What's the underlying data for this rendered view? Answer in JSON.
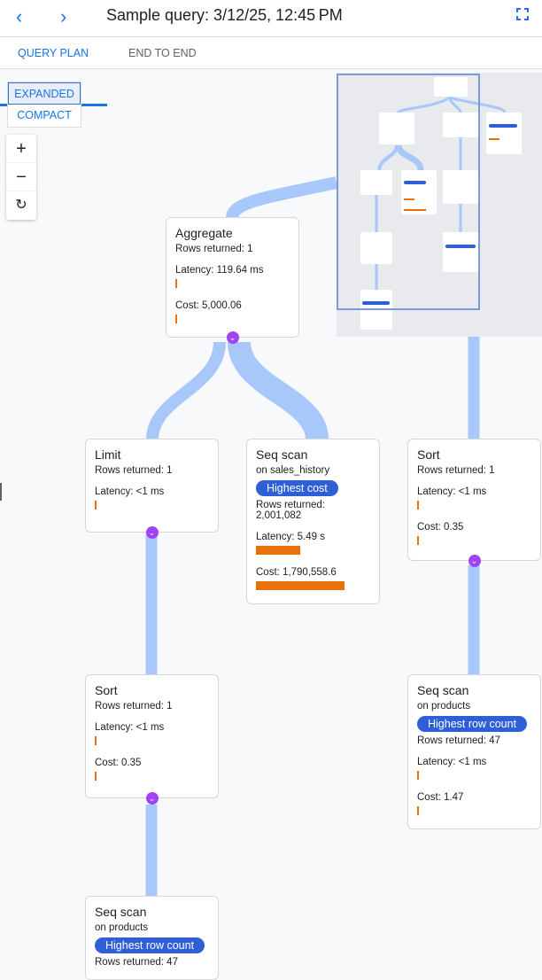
{
  "header": {
    "title": "Sample query: 3/12/25, 12:45 PM",
    "back_icon": "chevron-left-icon",
    "forward_icon": "chevron-right-icon",
    "fullscreen_icon": "fullscreen-icon"
  },
  "tabs": [
    {
      "label": "QUERY PLAN",
      "active": true
    },
    {
      "label": "END TO END",
      "active": false
    }
  ],
  "view_toggle": {
    "expanded": "EXPANDED",
    "compact": "COMPACT",
    "selected": "EXPANDED"
  },
  "zoom_controls": {
    "zoom_in": "+",
    "zoom_out": "−",
    "reset": "↻"
  },
  "colors": {
    "accent": "#1a73e8",
    "edge": "#a8c7fa",
    "bar": "#e8710a",
    "badge": "#2f5fd7",
    "chevron": "#a142f4"
  },
  "nodes": [
    {
      "id": "aggregate",
      "title": "Aggregate",
      "rows": "Rows returned: 1",
      "latency": "Latency: 119.64 ms",
      "latency_bar": 0.02,
      "cost": "Cost: 5,000.06",
      "cost_bar": 0.02,
      "expand": true
    },
    {
      "id": "limit",
      "title": "Limit",
      "rows": "Rows returned: 1",
      "latency": "Latency: <1 ms",
      "latency_bar": 0.02,
      "expand": true
    },
    {
      "id": "seq-scan-sales-history",
      "title": "Seq scan",
      "on": "on sales_history",
      "badge": "Highest cost",
      "rows": "Rows returned: 2,001,082",
      "latency": "Latency: 5.49 s",
      "latency_bar": 0.5,
      "cost": "Cost: 1,790,558.6",
      "cost_bar": 1.0
    },
    {
      "id": "sort-right",
      "title": "Sort",
      "rows": "Rows returned: 1",
      "latency": "Latency: <1 ms",
      "latency_bar": 0.02,
      "cost": "Cost: 0.35",
      "cost_bar": 0.02,
      "expand": true
    },
    {
      "id": "sort-left",
      "title": "Sort",
      "rows": "Rows returned: 1",
      "latency": "Latency: <1 ms",
      "latency_bar": 0.02,
      "cost": "Cost: 0.35",
      "cost_bar": 0.02,
      "expand": true
    },
    {
      "id": "seq-scan-products-right",
      "title": "Seq scan",
      "on": "on products",
      "badge": "Highest row count",
      "rows": "Rows returned: 47",
      "latency": "Latency: <1 ms",
      "latency_bar": 0.02,
      "cost": "Cost: 1.47",
      "cost_bar": 0.02
    },
    {
      "id": "seq-scan-products-bottom",
      "title": "Seq scan",
      "on": "on products",
      "badge": "Highest row count",
      "rows": "Rows returned: 47"
    }
  ]
}
